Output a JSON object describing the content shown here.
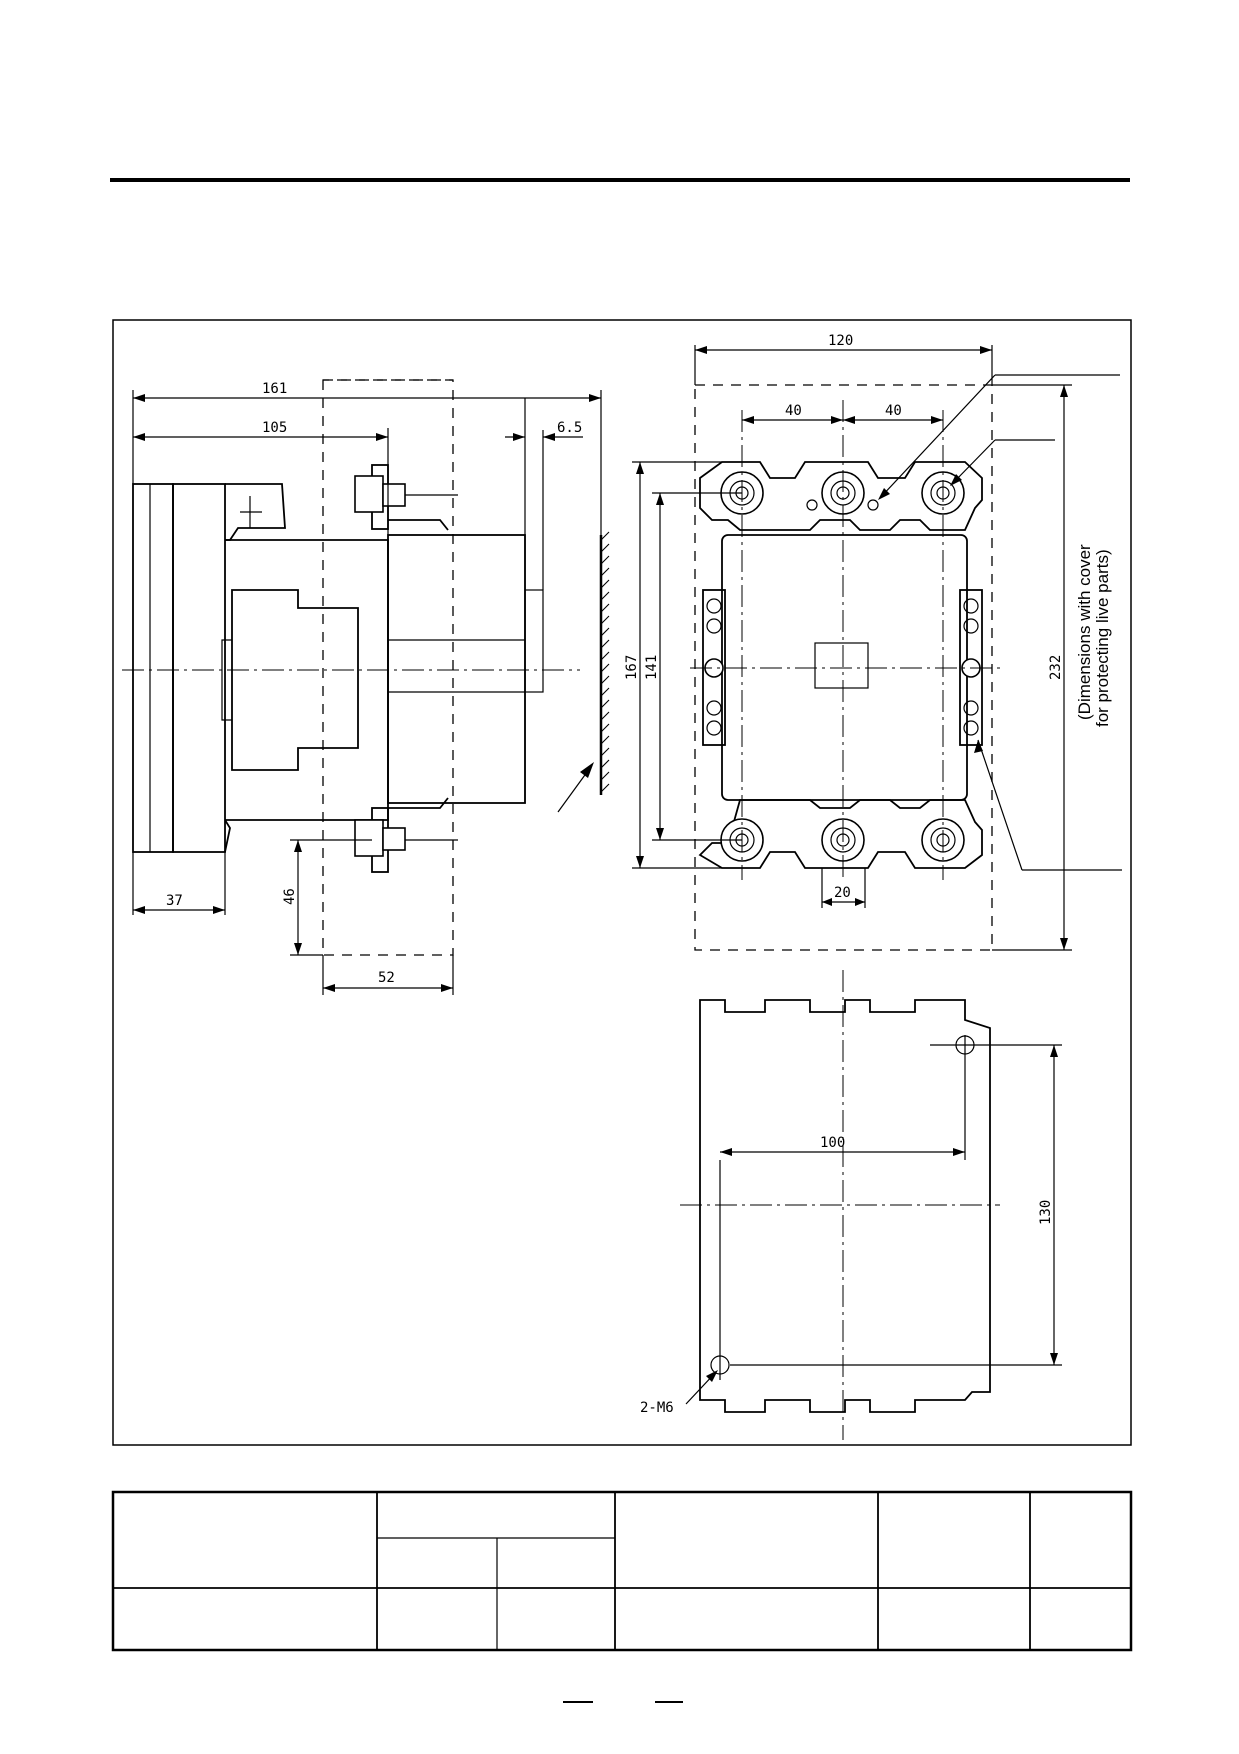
{
  "side_view": {
    "dimensions": {
      "overall_depth": "161",
      "depth_to_mount": "105",
      "cover_offset": "6.5",
      "base_depth": "37",
      "terminal_offset": "46",
      "terminal_width": "52"
    }
  },
  "front_view": {
    "dimensions": {
      "width_with_cover": "120",
      "pole_pitch_left": "40",
      "pole_pitch_right": "40",
      "height_outer": "167",
      "height_inner": "141",
      "height_with_cover": "232",
      "aux_terminal_pitch": "20"
    },
    "note_line1": "(Dimensions with cover",
    "note_line2": "for protecting  live parts)"
  },
  "mounting_view": {
    "dimensions": {
      "hole_spacing_h": "100",
      "hole_spacing_v": "130"
    },
    "hole_label": "2-M6"
  }
}
